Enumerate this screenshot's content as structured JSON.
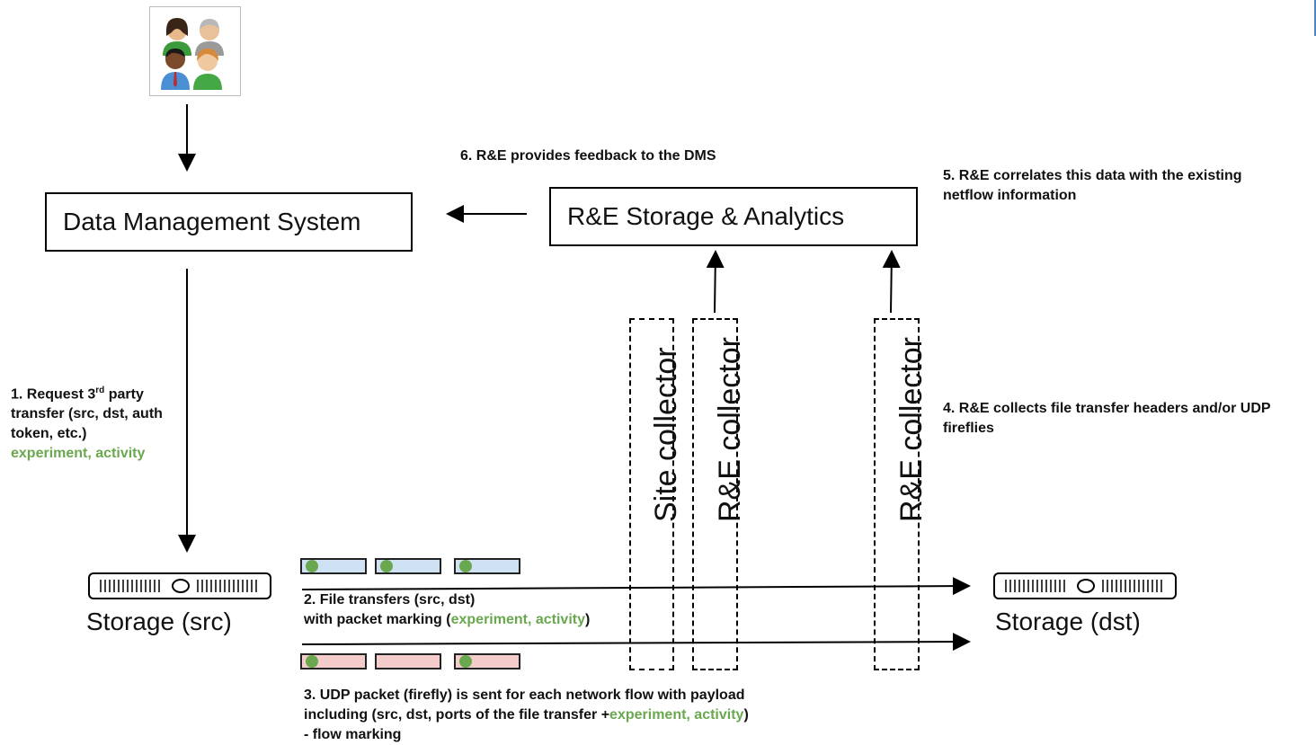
{
  "boxes": {
    "dms": "Data Management System",
    "re_storage": "R&E Storage & Analytics"
  },
  "collectors": {
    "site": "Site  collector",
    "re1": "R&E collector",
    "re2": "R&E collector"
  },
  "storage": {
    "src": "Storage (src)",
    "dst": "Storage (dst)"
  },
  "notes": {
    "step1": {
      "prefix": "1. Request 3",
      "sup": "rd",
      "line1_rest": " party",
      "line2": "transfer (src, dst, auth",
      "line3": "token, etc.)",
      "green": "experiment, activity"
    },
    "step2": {
      "line1": "2. File transfers (src, dst)",
      "line2_a": "with packet marking (",
      "green": "experiment, activity",
      "line2_b": ")"
    },
    "step3": {
      "line1": "3. UDP packet (firefly) is sent for each network flow with payload",
      "line2_a": "including (src, dst, ports of the file transfer  +",
      "green": "experiment, activity",
      "line2_b": ")",
      "line3": "- flow marking"
    },
    "step4": {
      "line1": "4. R&E collects file transfer headers and/or UDP",
      "line2": "fireflies"
    },
    "step5": {
      "line1": "5. R&E correlates this data with the existing",
      "line2": "netflow information"
    },
    "step6": "6. R&E provides feedback to the DMS"
  },
  "icons": [
    "people-icon",
    "server-icon",
    "firefly-dot-icon"
  ],
  "colors": {
    "green": "#6aa84f",
    "packet_blue": "#cfe2f3",
    "packet_red": "#f4cccc"
  }
}
